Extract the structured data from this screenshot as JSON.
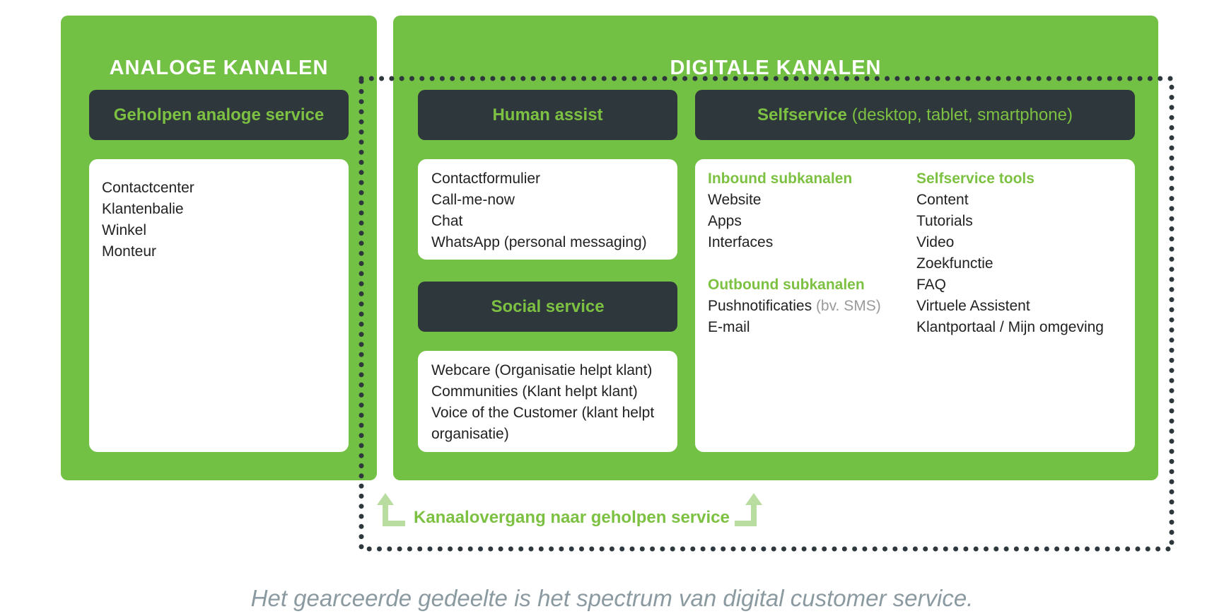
{
  "analog": {
    "title": "ANALOGE KANALEN",
    "header": "Geholpen analoge service",
    "items": [
      "Contactcenter",
      "Klantenbalie",
      "Winkel",
      "Monteur"
    ]
  },
  "digital": {
    "title": "DIGITALE KANALEN",
    "human_assist": {
      "header": "Human assist",
      "items": [
        "Contactformulier",
        "Call-me-now",
        "Chat",
        "WhatsApp (personal messaging)"
      ]
    },
    "social": {
      "header": "Social service",
      "items": [
        "Webcare (Organisatie helpt klant)",
        "Communities (Klant helpt klant)",
        "Voice of the Customer (klant helpt organisatie)"
      ]
    },
    "selfservice": {
      "header": "Selfservice",
      "header_sub": "(desktop, tablet, smartphone)",
      "inbound_title": "Inbound subkanalen",
      "inbound": [
        "Website",
        "Apps",
        "Interfaces"
      ],
      "outbound_title": "Outbound subkanalen",
      "outbound_1": "Pushnotificaties",
      "outbound_1_note": "(bv. SMS)",
      "outbound_2": "E-mail",
      "tools_title": "Selfservice tools",
      "tools": [
        "Content",
        "Tutorials",
        "Video",
        "Zoekfunctie",
        "FAQ",
        "Virtuele Assistent",
        "Klantportaal / Mijn omgeving"
      ]
    }
  },
  "transition_label": "Kanaalovergang naar geholpen service",
  "caption": "Het gearceerde gedeelte is het spectrum van digital customer service.",
  "colors": {
    "green": "#72c044",
    "dark": "#2d373c",
    "accent": "#7dc142",
    "arrow": "#b9dca0",
    "dots": "#2d373c"
  }
}
